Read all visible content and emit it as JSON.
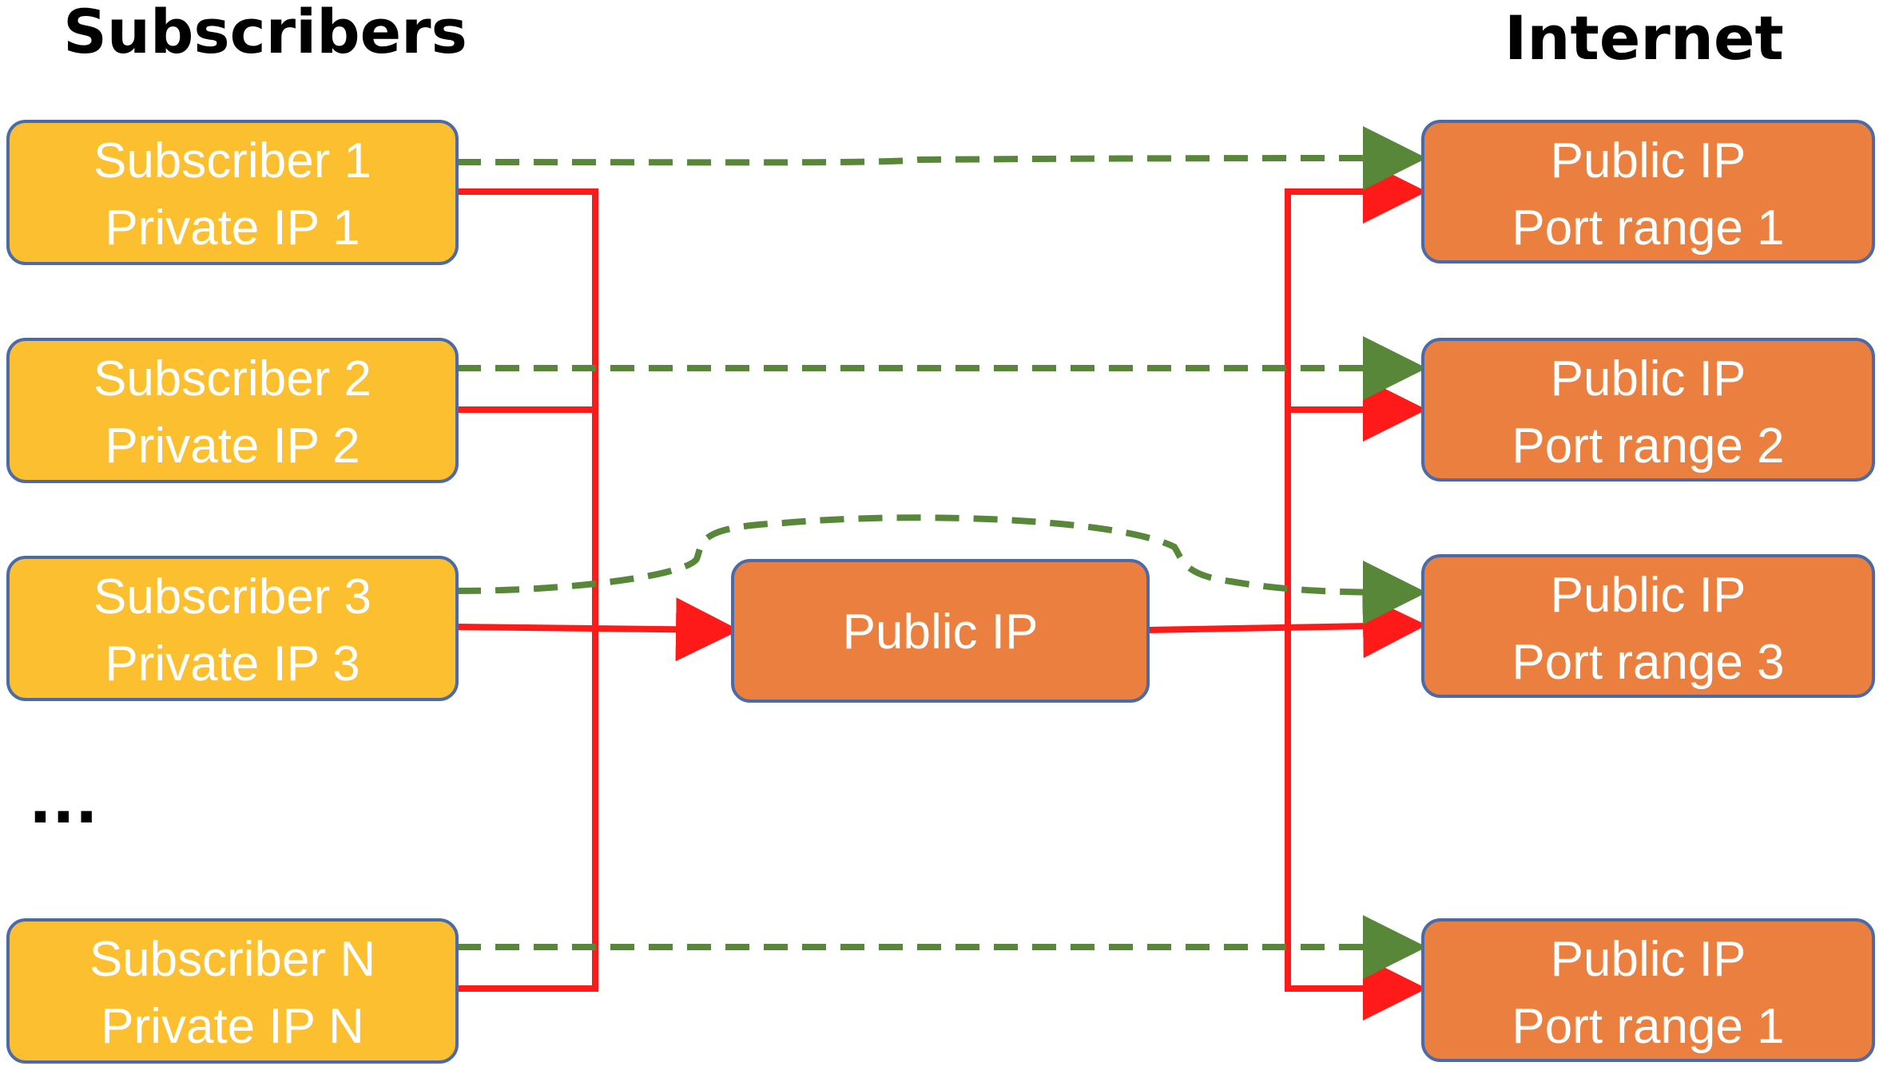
{
  "headings": {
    "left": "Subscribers",
    "right": "Internet"
  },
  "subscribers": [
    {
      "line1": "Subscriber 1",
      "line2": "Private IP 1"
    },
    {
      "line1": "Subscriber 2",
      "line2": "Private IP 2"
    },
    {
      "line1": "Subscriber 3",
      "line2": "Private IP 3"
    },
    {
      "line1": "Subscriber N",
      "line2": "Private IP N"
    }
  ],
  "ellipsis": "...",
  "center": {
    "label": "Public IP"
  },
  "internet": [
    {
      "line1": "Public IP",
      "line2": "Port range 1"
    },
    {
      "line1": "Public IP",
      "line2": "Port range 2"
    },
    {
      "line1": "Public IP",
      "line2": "Port range 3"
    },
    {
      "line1": "Public IP",
      "line2": "Port range 1"
    }
  ],
  "colors": {
    "subscriber_fill": "#fbbf2f",
    "public_fill": "#eb7f3f",
    "box_stroke": "#4a6aa8",
    "solid_link": "#ff1a1a",
    "dashed_link": "#58873a"
  }
}
